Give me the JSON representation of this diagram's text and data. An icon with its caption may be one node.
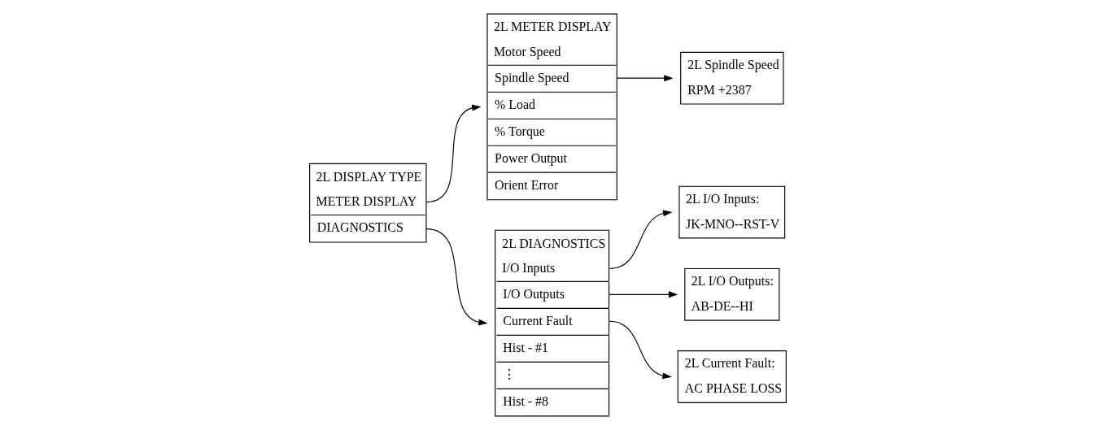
{
  "diagram": {
    "nodes": [
      {
        "text": [
          "2L DISPLAY TYPE",
          "METER DISPLAY",
          "DIAGNOSTICS"
        ]
      },
      {
        "text": [
          "2L METER DISPLAY",
          "Motor Speed",
          "Spindle Speed",
          "% Load",
          "% Torque",
          "Power Output",
          "Orient Error"
        ]
      },
      {
        "text": [
          "2L Spindle Speed",
          "RPM +2387"
        ]
      },
      {
        "text": [
          "2L DIAGNOSTICS",
          "I/O Inputs",
          "I/O Outputs",
          "Current Fault",
          "Hist - #1",
          "⋮",
          "Hist - #8"
        ]
      },
      {
        "text": [
          "2L I/O Inputs:",
          "JK-MNO--RST-V"
        ]
      },
      {
        "text": [
          "2L I/O Outputs:",
          "AB-DE--HI"
        ]
      },
      {
        "text": [
          "2L Current Fault:",
          "AC PHASE LOSS"
        ]
      }
    ],
    "edges": [
      {
        "from": 0,
        "to": 1,
        "arrow": "to"
      },
      {
        "from": 0,
        "to": 3,
        "arrow": "to"
      },
      {
        "from": 1,
        "to": 2,
        "arrow": "to"
      },
      {
        "from": 3,
        "to": 4,
        "arrow": "to"
      },
      {
        "from": 3,
        "to": 5,
        "arrow": "to"
      },
      {
        "from": 3,
        "to": 6,
        "arrow": "to"
      }
    ]
  }
}
